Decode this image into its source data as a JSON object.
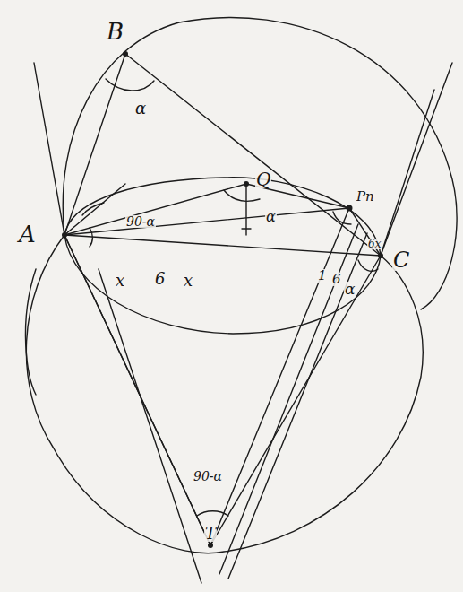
{
  "diagram": {
    "labels": [
      "B",
      "α",
      "A",
      "90-α",
      "x",
      "6",
      "x",
      "Q",
      "α",
      "Pn",
      "C",
      "1",
      "6",
      "6x",
      "α",
      "90-α",
      "T"
    ]
  }
}
